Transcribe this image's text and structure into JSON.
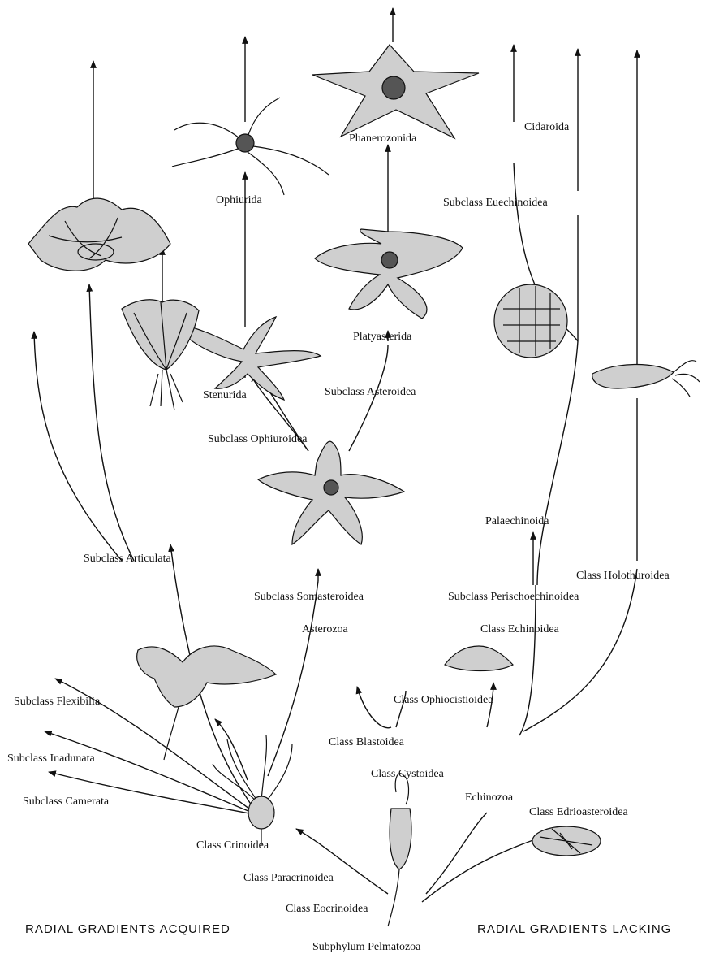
{
  "labels": {
    "phanerozonida": "Phanerozonida",
    "ophiurida": "Ophiurida",
    "cidaroida": "Cidaroida",
    "subclass_euechinoidea": "Subclass Euechinoidea",
    "platyasterida": "Platyasterida",
    "stenurida": "Stenurida",
    "subclass_asteroidea": "Subclass Asteroidea",
    "subclass_ophiuroidea": "Subclass Ophiuroidea",
    "palaechinoida": "Palaechinoida",
    "class_holothuroidea": "Class Holothuroidea",
    "subclass_articulata": "Subclass Articulata",
    "subclass_somasteroidea": "Subclass Somasteroidea",
    "subclass_perischoechinoidea": "Subclass Perischoechinoidea",
    "asterozoa": "Asterozoa",
    "class_echinoidea": "Class Echinoidea",
    "subclass_flexibilia": "Subclass Flexibilia",
    "class_ophiocistioidea": "Class Ophiocistioidea",
    "class_blastoidea": "Class Blastoidea",
    "subclass_inadunata": "Subclass Inadunata",
    "class_cystoidea": "Class  Cystoidea",
    "echinozoa": "Echinozoa",
    "class_edrioasteroidea": "Class Edrioasteroidea",
    "subclass_camerata": "Subclass Camerata",
    "class_crinoidea": "Class Crinoidea",
    "class_paracrinoidea": "Class Paracrinoidea",
    "class_eocrinoidea": "Class Eocrinoidea",
    "subphylum_pelmatozoa": "Subphylum Pelmatozoa"
  },
  "captions": {
    "left": "RADIAL  GRADIENTS  ACQUIRED",
    "right": "RADIAL  GRADIENTS  LACKING"
  }
}
